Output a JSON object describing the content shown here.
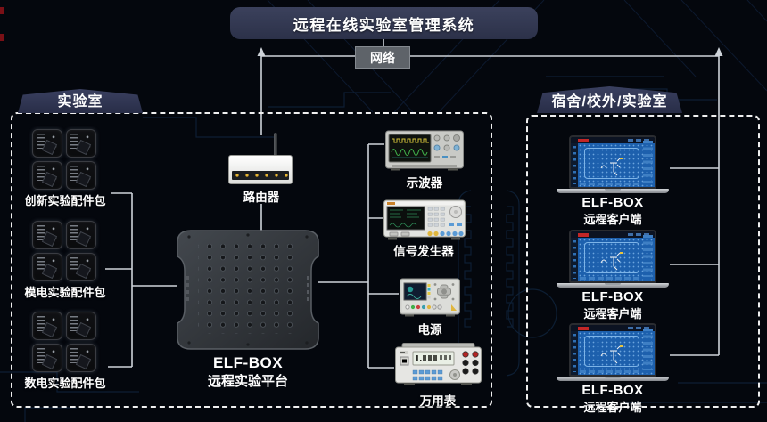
{
  "title_banner": {
    "text": "远程在线实验室管理系统"
  },
  "network_node": {
    "label": "网络"
  },
  "lab_section": {
    "label": "实验室",
    "accessory_groups": [
      {
        "label": "创新实验配件包",
        "icon": "chip-board-icon"
      },
      {
        "label": "模电实验配件包",
        "icon": "chip-board-icon"
      },
      {
        "label": "数电实验配件包",
        "icon": "chip-board-icon"
      }
    ],
    "router": {
      "label": "路由器",
      "icon": "router-icon"
    },
    "platform": {
      "name": "ELF-BOX",
      "subtitle": "远程实验平台",
      "icon": "experiment-board-icon"
    },
    "instruments": [
      {
        "label": "示波器",
        "icon": "oscilloscope-icon"
      },
      {
        "label": "信号发生器",
        "icon": "signal-generator-icon"
      },
      {
        "label": "电源",
        "icon": "power-supply-icon"
      },
      {
        "label": "万用表",
        "icon": "multimeter-icon"
      }
    ]
  },
  "remote_section": {
    "label": "宿舍/校外/实验室",
    "clients": [
      {
        "name": "ELF-BOX",
        "subtitle": "远程客户端",
        "icon": "laptop-icon"
      },
      {
        "name": "ELF-BOX",
        "subtitle": "远程客户端",
        "icon": "laptop-icon"
      },
      {
        "name": "ELF-BOX",
        "subtitle": "远程客户端",
        "icon": "laptop-icon"
      }
    ]
  },
  "colors": {
    "background": "#04070d",
    "banner_fill": "#2f3550",
    "ribbon_fill": "#2e344e",
    "network_fill": "#5e6369",
    "connector": "#ced3d9",
    "dashed_border": "#efefef",
    "client_screen_blue": "#1d60ad",
    "trace_blue": "#0e2138"
  }
}
